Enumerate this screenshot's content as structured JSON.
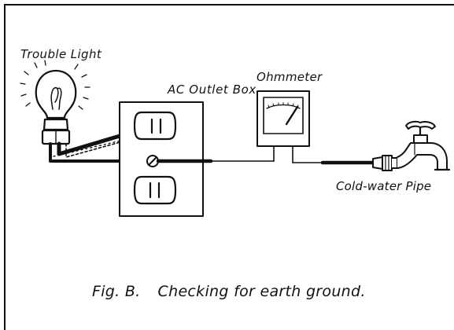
{
  "labels": {
    "trouble_light": "Trouble Light",
    "outlet_box": "AC Outlet Box",
    "ohmmeter": "Ohmmeter",
    "pipe": "Cold-water Pipe"
  },
  "caption": {
    "fig": "Fig. B.",
    "text": "Checking for earth ground."
  },
  "colors": {
    "ink": "#111111",
    "background": "#ffffff"
  }
}
